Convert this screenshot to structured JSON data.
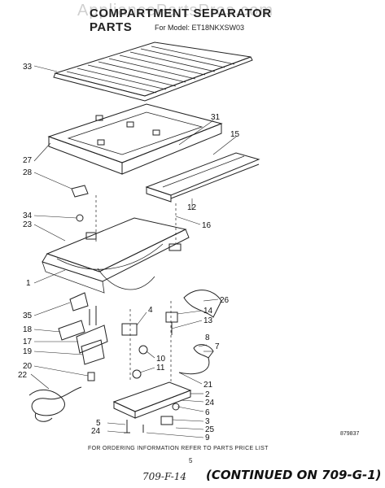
{
  "watermark": "AppliancePartsPros.com",
  "title": "COMPARTMENT SEPARATOR PARTS",
  "model": "For Model: ET18NKXSW03",
  "footer": "FOR ORDERING INFORMATION REFER TO PARTS PRICE LIST",
  "doc_number": "879837",
  "page_number": "5",
  "handwritten_ref": "709-F-14",
  "continued": "(CONTINUED ON 709-G-1)",
  "callouts": [
    "33",
    "31",
    "15",
    "27",
    "28",
    "34",
    "23",
    "16",
    "12",
    "1",
    "35",
    "18",
    "17",
    "19",
    "20",
    "22",
    "26",
    "14",
    "13",
    "4",
    "8",
    "7",
    "10",
    "11",
    "21",
    "2",
    "24",
    "6",
    "3",
    "25",
    "9",
    "5",
    "24"
  ]
}
